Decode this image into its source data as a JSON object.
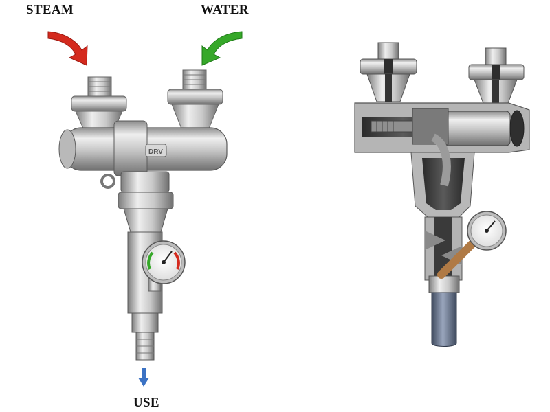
{
  "labels": {
    "steam": "STEAM",
    "water": "WATER",
    "use": "USE"
  },
  "gauge": {
    "brand_mark": "DRV"
  },
  "colors": {
    "steam_arrow": "#d42a1e",
    "water_arrow": "#36a829",
    "outlet_arrow": "#3b72c4",
    "metal_light": "#e6e6e6",
    "metal_mid": "#a9a9a9",
    "metal_dark": "#555555",
    "cutaway_core": "#3a3a3a",
    "hose": "#5f6f8c",
    "piston_rod": "#b07a45"
  },
  "icons": {
    "steam_inlet": "curved-arrow-down-right-icon",
    "water_inlet": "curved-arrow-down-left-icon",
    "outlet": "arrow-down-icon",
    "gauge": "pressure-gauge-icon"
  }
}
